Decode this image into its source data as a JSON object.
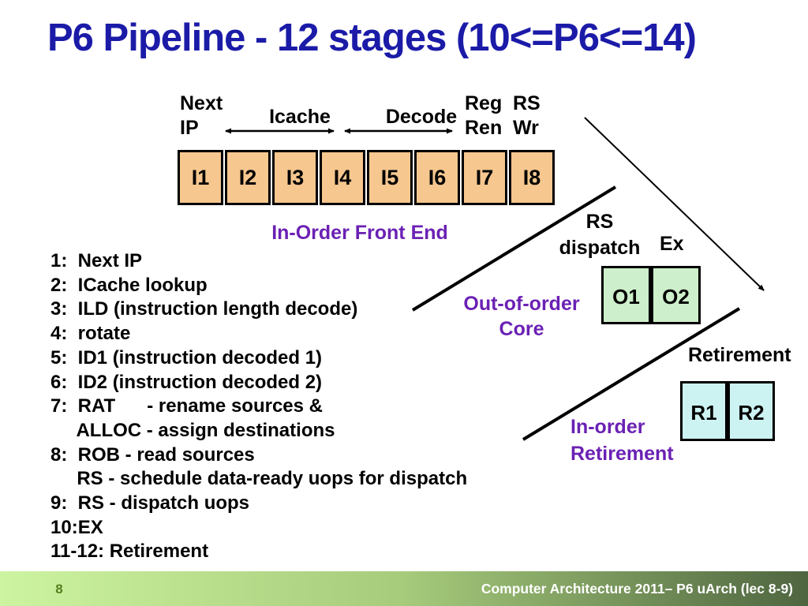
{
  "title": "P6 Pipeline - 12 stages (10<=P6<=14)",
  "pipeline": {
    "stage_labels": {
      "next_ip": "Next\nIP",
      "icache": "Icache",
      "decode": "Decode",
      "reg_ren": "Reg\nRen",
      "rs_wr": "RS\nWr"
    },
    "cells": [
      "I1",
      "I2",
      "I3",
      "I4",
      "I5",
      "I6",
      "I7",
      "I8"
    ],
    "caption": "In-Order Front End"
  },
  "stages_list": {
    "items": [
      "1:  Next IP",
      "2:  ICache lookup",
      "3:  ILD (instruction length decode)",
      "4:  rotate",
      "5:  ID1 (instruction decoded 1)",
      "6:  ID2 (instruction decoded 2)",
      "7:  RAT      - rename sources &",
      "     ALLOC - assign destinations",
      "8:  ROB - read sources",
      "     RS - schedule data-ready uops for dispatch",
      "9:  RS - dispatch uops",
      "10:EX",
      "11-12: Retirement"
    ]
  },
  "ooo_core": {
    "rs_dispatch_label": "RS\ndispatch",
    "ex_label": "Ex",
    "cells": [
      "O1",
      "O2"
    ],
    "caption": "Out-of-order\nCore"
  },
  "retirement": {
    "label": "Retirement",
    "cells": [
      "R1",
      "R2"
    ],
    "caption": "In-order\nRetirement"
  },
  "footer": {
    "page_number": "8",
    "course_label": "Computer Architecture 2011– P6 uArch (lec 8-9)"
  },
  "colors": {
    "title_blue": "#1b1ba8",
    "purple": "#6b21b4",
    "pipeline_box_fill": "#f6c78f",
    "ooo_box_fill": "#cdefcb",
    "retirement_box_fill": "#cdf2f2",
    "footer_gradient_left": "#cdf4a0",
    "footer_gradient_right": "#4f6540",
    "page_number_green": "#567f1f"
  }
}
